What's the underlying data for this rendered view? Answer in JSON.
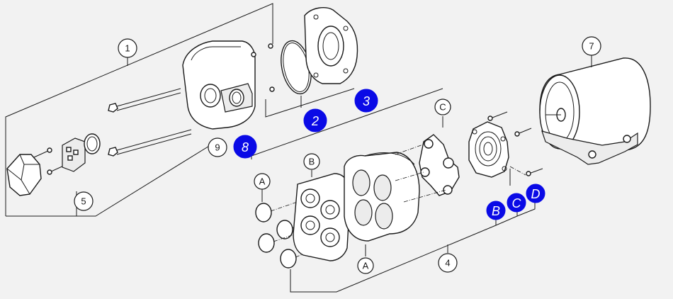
{
  "callouts": [
    {
      "id": "c1",
      "label": "1"
    },
    {
      "id": "c4",
      "label": "4"
    },
    {
      "id": "c5",
      "label": "5"
    },
    {
      "id": "c7",
      "label": "7"
    },
    {
      "id": "c9",
      "label": "9"
    },
    {
      "id": "cA1",
      "label": "A"
    },
    {
      "id": "cA2",
      "label": "A"
    },
    {
      "id": "cB",
      "label": "B"
    },
    {
      "id": "cC",
      "label": "C"
    }
  ],
  "hotspots": [
    {
      "id": "h2",
      "label": "2",
      "color": "#0a0ae6"
    },
    {
      "id": "h3",
      "label": "3",
      "color": "#0a0ae6"
    },
    {
      "id": "h8",
      "label": "8",
      "color": "#0a0ae6"
    },
    {
      "id": "hB",
      "label": "B",
      "color": "#0a0ae6"
    },
    {
      "id": "hC",
      "label": "C",
      "color": "#0a0ae6"
    },
    {
      "id": "hD",
      "label": "D",
      "color": "#0a0ae6"
    }
  ]
}
